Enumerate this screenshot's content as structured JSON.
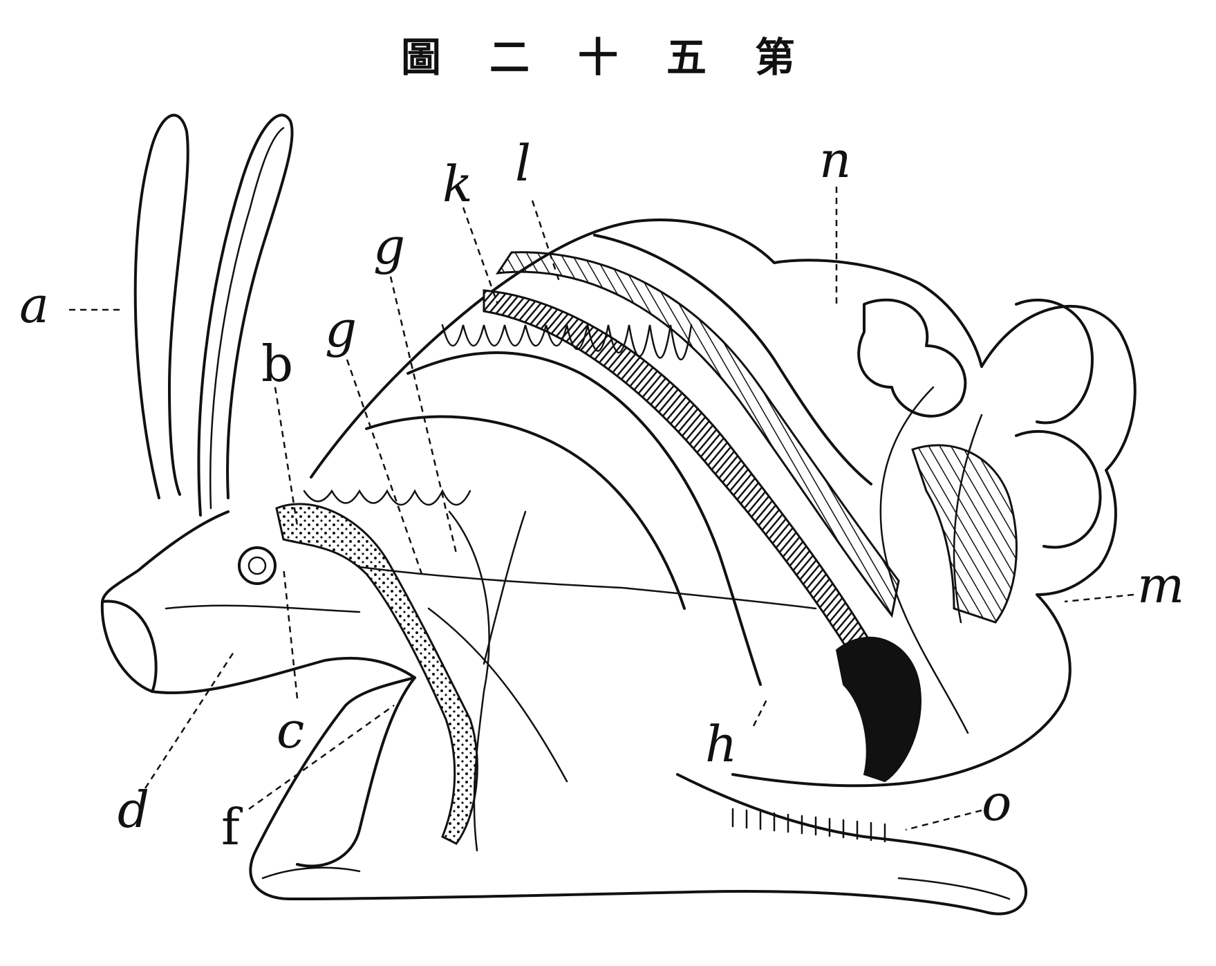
{
  "title": "圖二十五第",
  "labels": {
    "a": "a",
    "b": "b",
    "c": "c",
    "d": "d",
    "f": "f",
    "g": "g",
    "j": "g",
    "k": "k",
    "l": "l",
    "n": "n",
    "m": "m",
    "h": "h",
    "o": "o"
  }
}
